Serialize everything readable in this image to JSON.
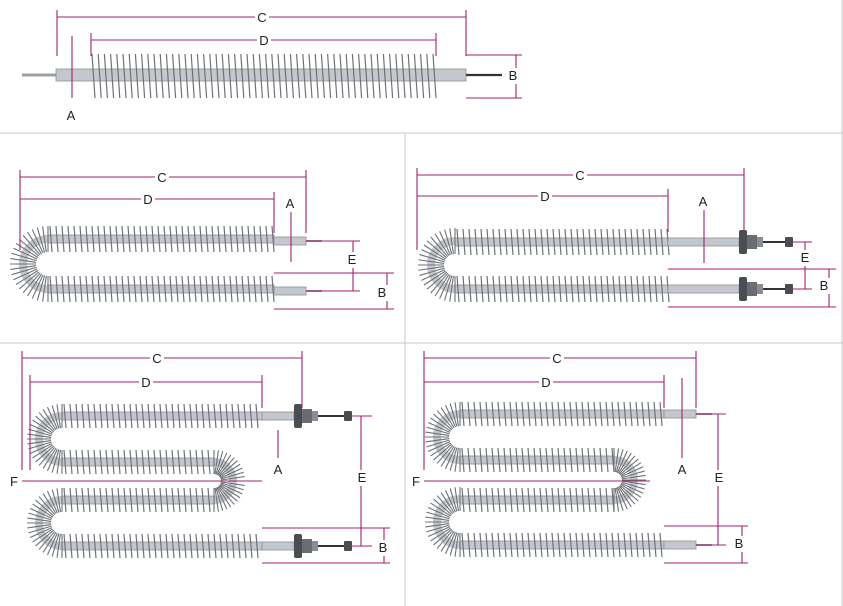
{
  "labels": {
    "length_overall": "C",
    "length_finned": "D",
    "sheath_diameter": "A",
    "terminal_length": "B",
    "centerline_spacing": "E",
    "overall_width": "F"
  },
  "panels": [
    {
      "name": "straight-element",
      "labels": [
        "C",
        "D",
        "A",
        "B"
      ]
    },
    {
      "name": "u-shape-element-plain-terminals",
      "labels": [
        "C",
        "D",
        "A",
        "E",
        "B"
      ]
    },
    {
      "name": "u-shape-element-flanged-terminals",
      "labels": [
        "C",
        "D",
        "A",
        "E",
        "B"
      ]
    },
    {
      "name": "w-shape-element-flanged-terminals",
      "labels": [
        "C",
        "D",
        "A",
        "F",
        "E",
        "B"
      ]
    },
    {
      "name": "w-shape-element-plain-terminals",
      "labels": [
        "C",
        "D",
        "A",
        "F",
        "E",
        "B"
      ]
    }
  ],
  "colors": {
    "dimension_line": "#a3226a",
    "grid_line": "#c8c8c8",
    "fin": "#6e7176",
    "sheath": "#c4c7cb",
    "fitting": "#4a4d52"
  }
}
